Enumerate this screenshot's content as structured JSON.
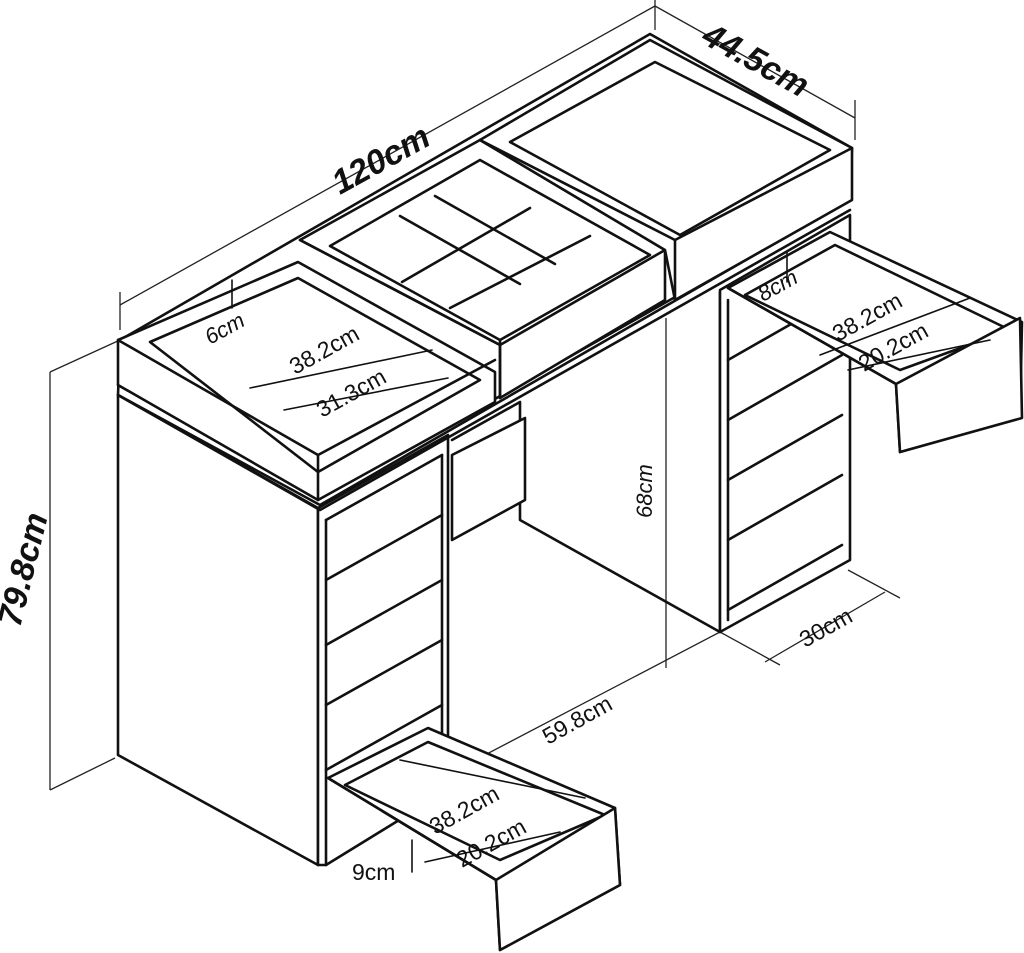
{
  "colors": {
    "line": "#111111",
    "background": "#ffffff"
  },
  "dimensions": {
    "width_total": "120cm",
    "depth_total": "44.5cm",
    "height_total": "79.8cm",
    "knee_height": "68cm",
    "knee_width": "59.8cm",
    "cabinet_depth": "30cm",
    "left_tray_depth": "6cm",
    "left_tray_length": "38.2cm",
    "left_tray_width": "31.3cm",
    "right_drawer_depth": "8cm",
    "right_drawer_length": "38.2cm",
    "right_drawer_width": "20.2cm",
    "bottom_drawer_length": "38.2cm",
    "bottom_drawer_width": "20.2cm",
    "bottom_drawer_depth": "9cm"
  }
}
